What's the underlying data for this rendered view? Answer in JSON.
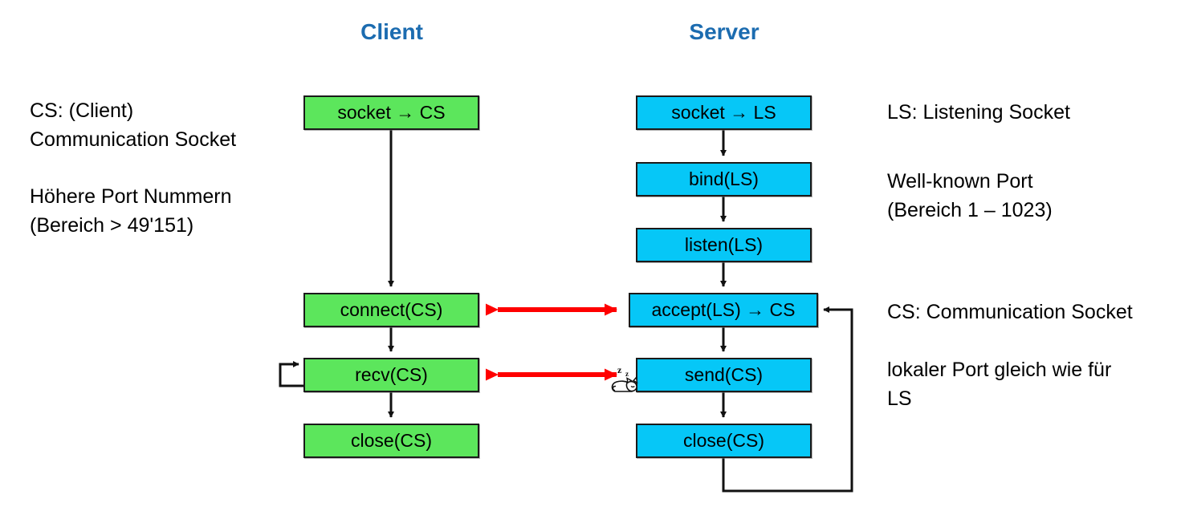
{
  "columns": {
    "client_title": "Client",
    "server_title": "Server"
  },
  "left_notes": {
    "cs_definition": "CS: (Client)\nCommunication Socket",
    "port_range": "Höhere Port Nummern\n(Bereich > 49'151)"
  },
  "right_notes": {
    "ls_definition": "LS: Listening Socket",
    "well_known_port": "Well-known Port\n(Bereich 1 – 1023)",
    "cs_definition": "CS: Communication Socket",
    "local_port": "lokaler Port gleich wie für\nLS"
  },
  "client_steps": [
    {
      "label": "socket → CS"
    },
    {
      "label": "connect(CS)"
    },
    {
      "label": "recv(CS)"
    },
    {
      "label": "close(CS)"
    }
  ],
  "server_steps": [
    {
      "label": "socket → LS"
    },
    {
      "label": "bind(LS)"
    },
    {
      "label": "listen(LS)"
    },
    {
      "label": "accept(LS) → CS"
    },
    {
      "label": "send(CS)"
    },
    {
      "label": "close(CS)"
    }
  ],
  "icons": {
    "sleeping_cat": "sleeping-cat-icon"
  },
  "colors": {
    "client_box": "#5ce65c",
    "server_box": "#06c7f7",
    "title_blue": "#1c6cb0",
    "exchange_arrow": "#ff0000",
    "flow_arrow": "#111111"
  }
}
